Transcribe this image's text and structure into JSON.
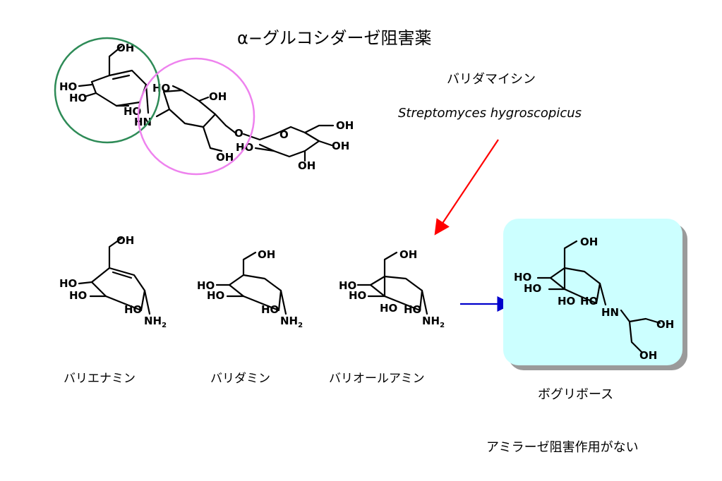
{
  "title": "α−グルコシダーゼ阻害薬",
  "drug": {
    "name": "バリダマイシン",
    "organism": "Streptomyces hygroscopicus"
  },
  "compounds": [
    {
      "label": "バリエナミン"
    },
    {
      "label": "バリダミン"
    },
    {
      "label": "バリオールアミン"
    },
    {
      "label": "ボグリボース"
    }
  ],
  "note": "アミラーゼ阻害作用がない",
  "atoms": {
    "oh": "OH",
    "ho": "HO",
    "hn": "HN",
    "o": "O",
    "nh": "NH",
    "sub2": "2"
  },
  "colors": {
    "circle_green": "#2e8b57",
    "circle_pink": "#ee82ee",
    "arrow_red": "#ff0000",
    "arrow_blue": "#0000cc",
    "box_fill": "#ccffff",
    "box_shadow": "#9a9a9a"
  }
}
